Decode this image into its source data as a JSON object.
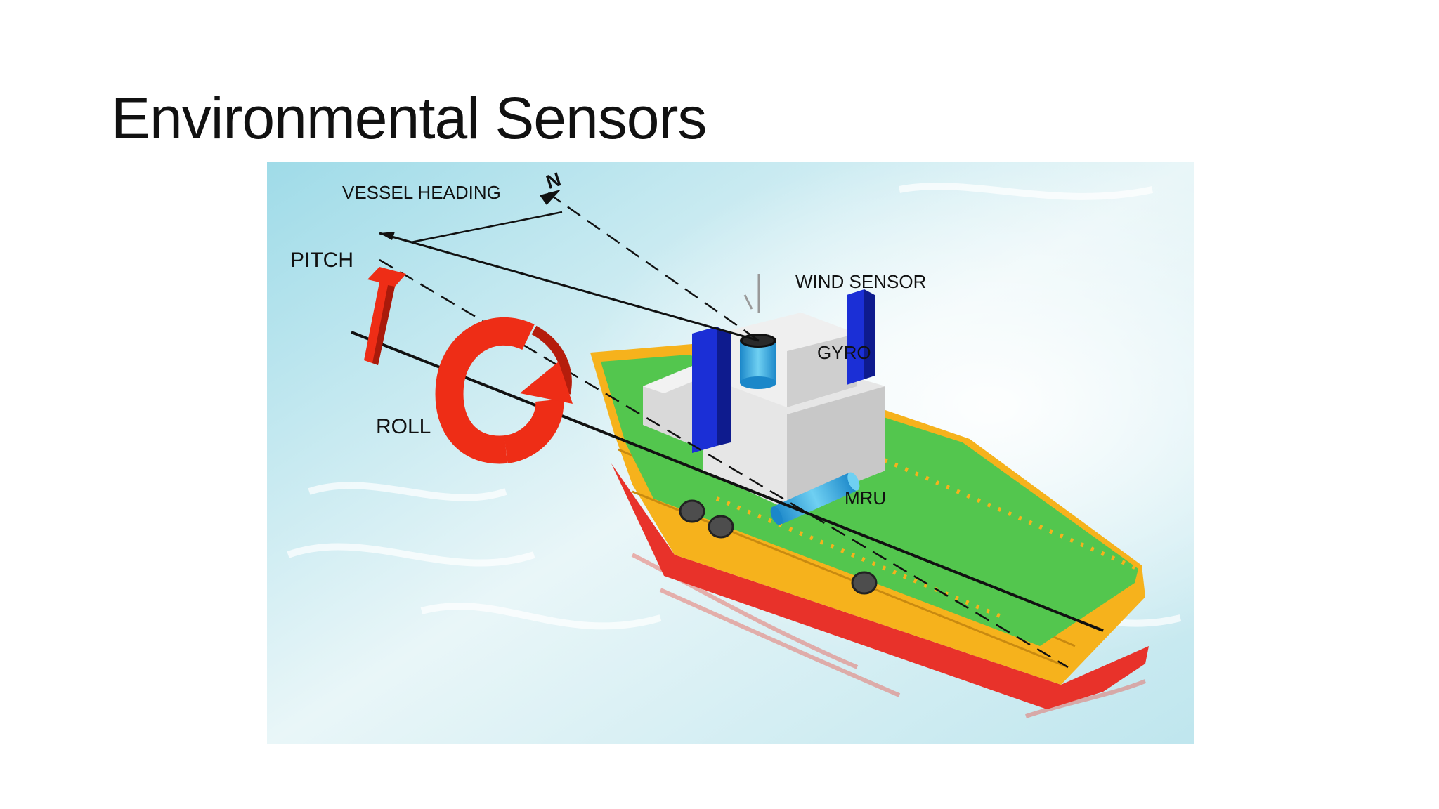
{
  "slide": {
    "title": "Environmental Sensors"
  },
  "diagram": {
    "compass_letter": "N",
    "labels": {
      "vessel_heading": "VESSEL HEADING",
      "pitch": "PITCH",
      "roll": "ROLL",
      "wind_sensor": "WIND SENSOR",
      "gyro": "GYRO",
      "mru": "MRU"
    },
    "colors": {
      "sea": "#bfe6ee",
      "hull_yellow": "#f6b21c",
      "hull_red": "#e8322a",
      "deck_green": "#53c64e",
      "mast_blue": "#1b2fd6",
      "sensor_cyan": "#2aa3db",
      "arrow_red": "#ee2d16"
    }
  }
}
